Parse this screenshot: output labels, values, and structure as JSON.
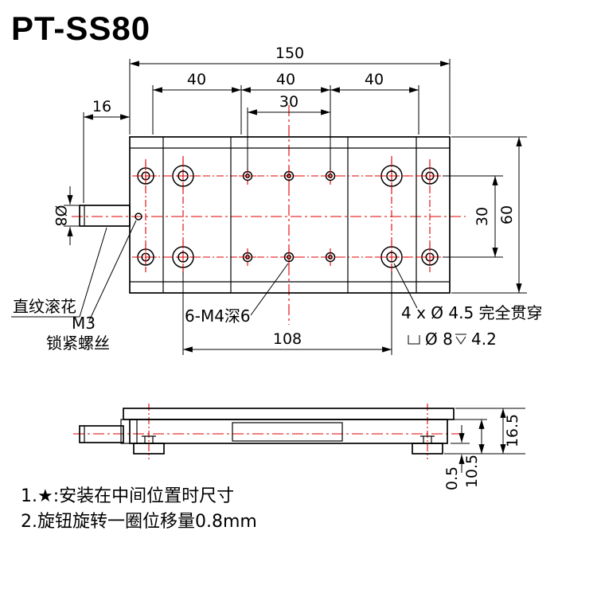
{
  "title": "PT-SS80",
  "colors": {
    "centerline": "#e00000",
    "line": "#000000"
  },
  "icons": {
    "counterbore": "counterbore-icon",
    "depth": "depth-icon"
  },
  "top_view": {
    "dims": {
      "overall_width": "150",
      "segment_1": "40",
      "segment_2": "40",
      "segment_3": "40",
      "center_holes_span": "30",
      "knob_length": "16",
      "knob_diameter": "Ø8",
      "hole_rows_span": "30",
      "overall_depth": "60",
      "mount_holes_span": "108"
    },
    "labels": {
      "knurl": "直纹滚花",
      "m3_line1": "M3",
      "m3_line2": "锁紧螺丝",
      "tapped_holes": "6-M4深6",
      "through_holes": "4 x Ø 4.5 完全贯穿",
      "counterbore_dia": "Ø 8",
      "counterbore_depth": "4.2"
    }
  },
  "side_view": {
    "dims": {
      "clearance": "0.5",
      "base_height": "10.5",
      "total_height": "16.5"
    }
  },
  "notes": {
    "note1": "1.★:安装在中间位置时尺寸",
    "note2": "2.旋钮旋转一圈位移量0.8mm"
  }
}
